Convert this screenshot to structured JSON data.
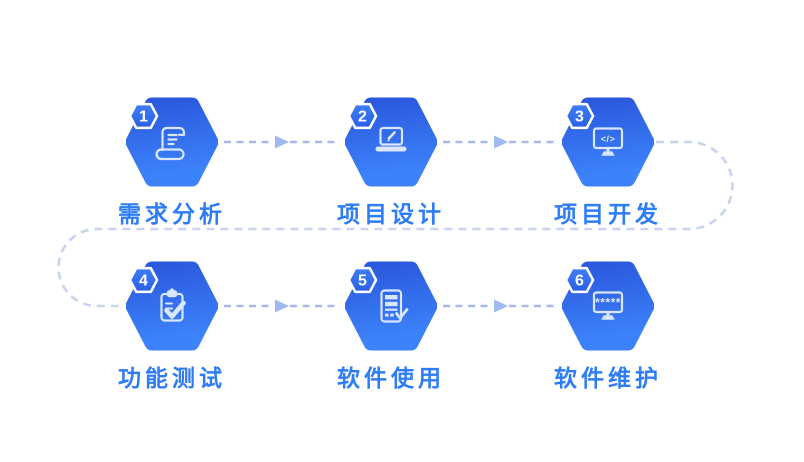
{
  "steps": [
    {
      "number": "1",
      "label": "需求分析",
      "icon": "scroll-icon"
    },
    {
      "number": "2",
      "label": "项目设计",
      "icon": "laptop-pencil-icon"
    },
    {
      "number": "3",
      "label": "项目开发",
      "icon": "monitor-code-icon"
    },
    {
      "number": "4",
      "label": "功能测试",
      "icon": "clipboard-check-icon"
    },
    {
      "number": "5",
      "label": "软件使用",
      "icon": "document-check-icon"
    },
    {
      "number": "6",
      "label": "软件维护",
      "icon": "monitor-password-icon"
    }
  ],
  "icon_texts": {
    "code": "</>",
    "password": "*****"
  },
  "colors": {
    "background": "#ffffff",
    "hexagon_gradient_top": "#2b59de",
    "hexagon_gradient_bottom": "#3c83fb",
    "badge_gradient_top": "#3f7ff7",
    "badge_gradient_bottom": "#2a5fe6",
    "badge_border": "#ffffff",
    "badge_number": "#ffffff",
    "label_text": "#2e7cf6",
    "icon_stroke": "#d9e6fc",
    "connector_dash": "#a9b8e7",
    "connector_arrow": "#9dbbf0",
    "loop_dash": "#c7d3ef"
  }
}
